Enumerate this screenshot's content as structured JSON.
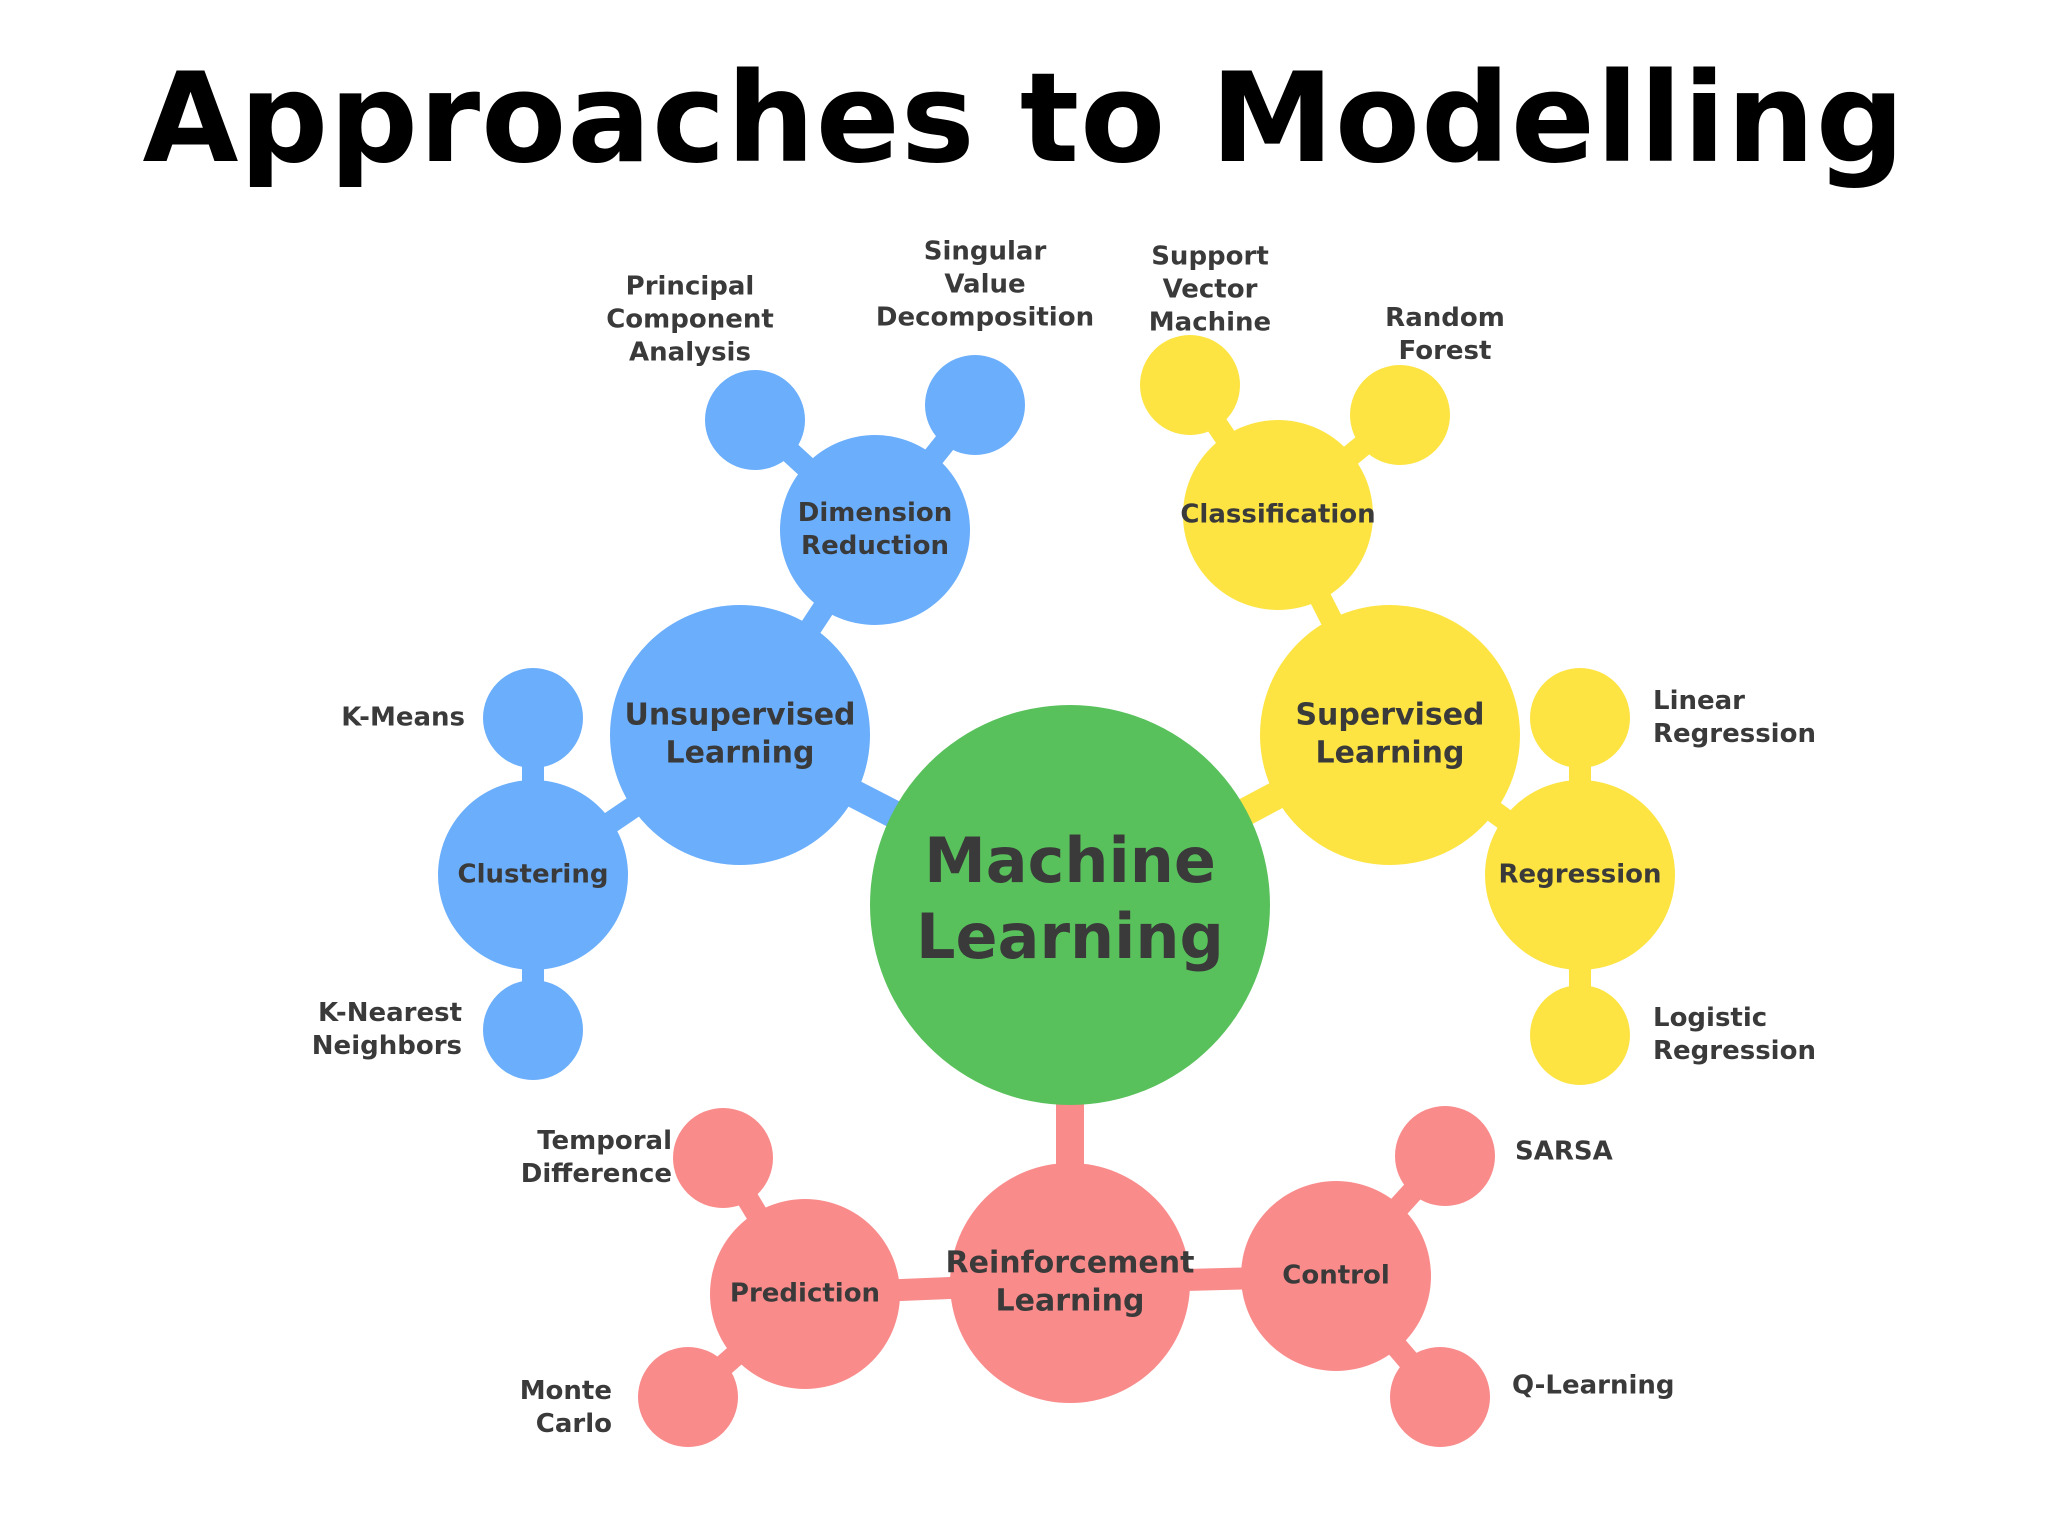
{
  "title": "Approaches to Modelling",
  "colors": {
    "center": "#59c15c",
    "unsupervised": "#6aaefc",
    "supervised": "#fde442",
    "reinforcement": "#f98b8b",
    "text": "#3a3a3a"
  },
  "diagram": {
    "center": "Machine Learning",
    "branches": [
      {
        "name": "Unsupervised Learning",
        "color_key": "unsupervised",
        "subgroups": [
          {
            "name": "Dimension Reduction",
            "leaves": [
              "Principal Component Analysis",
              "Singular Value Decomposition"
            ]
          },
          {
            "name": "Clustering",
            "leaves": [
              "K-Means",
              "K-Nearest Neighbors"
            ]
          }
        ]
      },
      {
        "name": "Supervised Learning",
        "color_key": "supervised",
        "subgroups": [
          {
            "name": "Classification",
            "leaves": [
              "Support Vector Machine",
              "Random Forest"
            ]
          },
          {
            "name": "Regression",
            "leaves": [
              "Linear Regression",
              "Logistic Regression"
            ]
          }
        ]
      },
      {
        "name": "Reinforcement Learning",
        "color_key": "reinforcement",
        "subgroups": [
          {
            "name": "Prediction",
            "leaves": [
              "Temporal Difference",
              "Monte Carlo"
            ]
          },
          {
            "name": "Control",
            "leaves": [
              "SARSA",
              "Q-Learning"
            ]
          }
        ]
      }
    ]
  }
}
